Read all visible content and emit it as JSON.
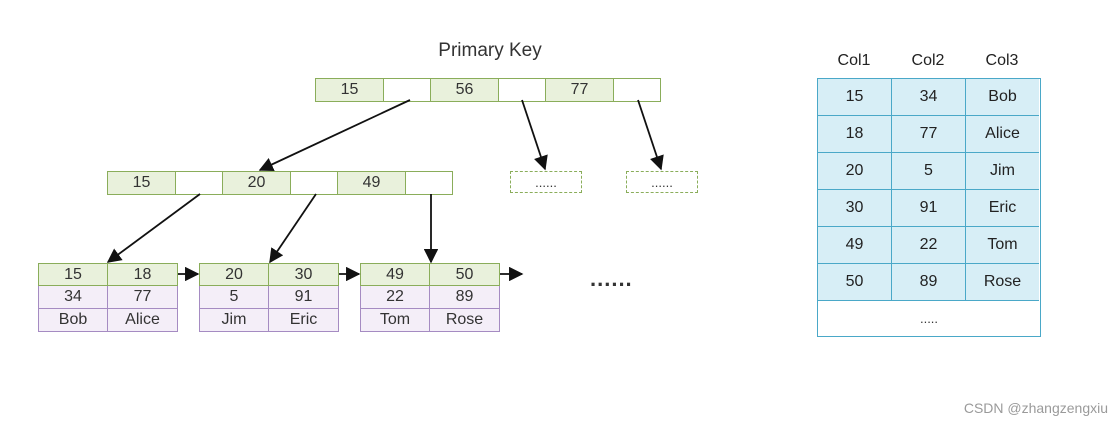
{
  "title": "Primary Key",
  "root_node": {
    "keys": [
      "15",
      "56",
      "77"
    ]
  },
  "level2_node": {
    "keys": [
      "15",
      "20",
      "49"
    ]
  },
  "dashed_nodes": [
    "......",
    "......"
  ],
  "leaves": [
    {
      "keys": [
        "15",
        "18"
      ],
      "col2": [
        "34",
        "77"
      ],
      "col3": [
        "Bob",
        "Alice"
      ]
    },
    {
      "keys": [
        "20",
        "30"
      ],
      "col2": [
        "5",
        "91"
      ],
      "col3": [
        "Jim",
        "Eric"
      ]
    },
    {
      "keys": [
        "49",
        "50"
      ],
      "col2": [
        "22",
        "89"
      ],
      "col3": [
        "Tom",
        "Rose"
      ]
    }
  ],
  "leaf_more": "......",
  "table": {
    "headers": [
      "Col1",
      "Col2",
      "Col3"
    ],
    "rows": [
      [
        "15",
        "34",
        "Bob"
      ],
      [
        "18",
        "77",
        "Alice"
      ],
      [
        "20",
        "5",
        "Jim"
      ],
      [
        "30",
        "91",
        "Eric"
      ],
      [
        "49",
        "22",
        "Tom"
      ],
      [
        "50",
        "89",
        "Rose"
      ]
    ],
    "footer": "....."
  },
  "watermark": "CSDN @zhangzengxiu",
  "colors": {
    "key_fill": "#e9f1dc",
    "key_border": "#8aad5a",
    "value_fill": "#f4eef8",
    "value_border": "#a58bc2",
    "table_fill": "#d7eef6",
    "table_border": "#4aa8c8"
  }
}
